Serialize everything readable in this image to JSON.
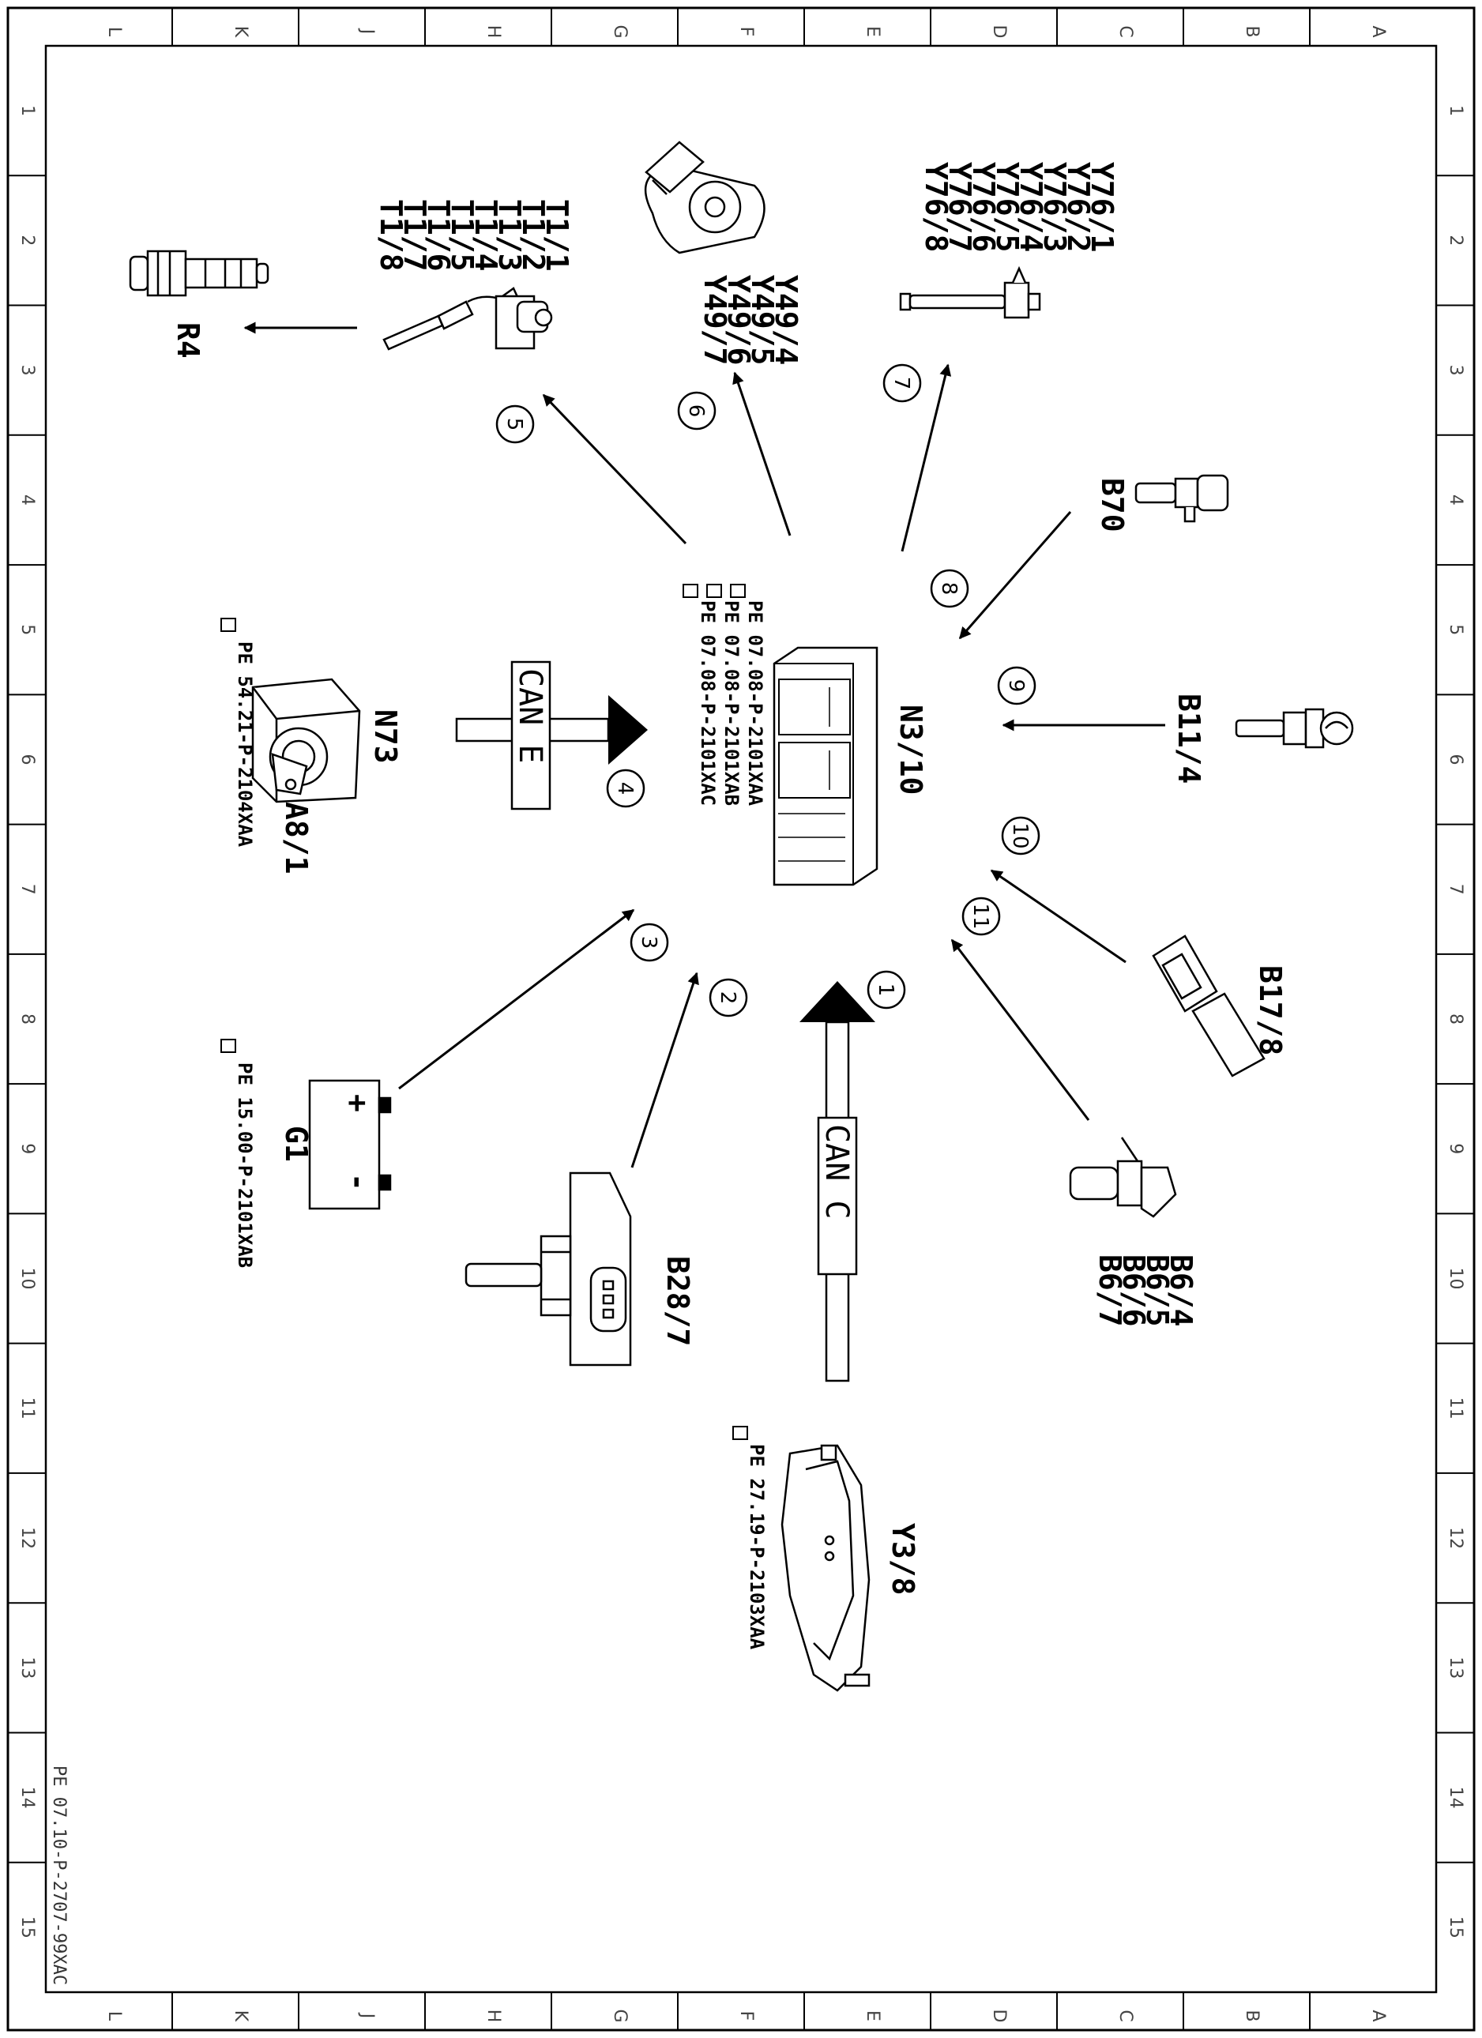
{
  "document": {
    "reference": "PE 07.10-P-2707-99XAC"
  },
  "grid": {
    "letters": [
      "L",
      "K",
      "J",
      "H",
      "G",
      "F",
      "E",
      "D",
      "C",
      "B",
      "A"
    ],
    "numbers": [
      "1",
      "2",
      "3",
      "4",
      "5",
      "6",
      "7",
      "8",
      "9",
      "10",
      "11",
      "12",
      "13",
      "14",
      "15"
    ]
  },
  "center": {
    "label": "N3/10",
    "refs": [
      "PE 07.08-P-2101XAA",
      "PE 07.08-P-2101XAB",
      "PE 07.08-P-2101XAC"
    ]
  },
  "buses": {
    "can_e": "CAN E",
    "can_c": "CAN C"
  },
  "connections": {
    "c1": "1",
    "c2": "2",
    "c3": "3",
    "c4": "4",
    "c5": "5",
    "c6": "6",
    "c7": "7",
    "c8": "8",
    "c9": "9",
    "c10": "10",
    "c11": "11"
  },
  "components": {
    "r4": "R4",
    "t1": [
      "T1/1",
      "T1/2",
      "T1/3",
      "T1/4",
      "T1/5",
      "T1/6",
      "T1/7",
      "T1/8"
    ],
    "y49": [
      "Y49/4",
      "Y49/5",
      "Y49/6",
      "Y49/7"
    ],
    "y76": [
      "Y76/1",
      "Y76/2",
      "Y76/3",
      "Y76/4",
      "Y76/5",
      "Y76/6",
      "Y76/7",
      "Y76/8"
    ],
    "b70": "B70",
    "b11_4": "B11/4",
    "b17_8": "B17/8",
    "b6": [
      "B6/4",
      "B6/5",
      "B6/6",
      "B6/7"
    ],
    "y3_8": "Y3/8",
    "y3_8_ref": "PE 27.19-P-2103XAA",
    "b28_7": "B28/7",
    "g1": "G1",
    "g1_ref": "PE 15.00-P-2101XAB",
    "g1_plus": "+",
    "g1_minus": "-",
    "n73": "N73",
    "a8_1": "A8/1",
    "n73_ref": "PE 54.21-P-2104XAA"
  }
}
